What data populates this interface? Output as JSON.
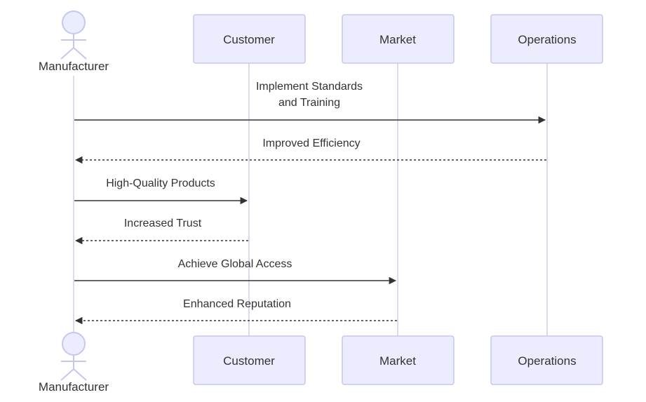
{
  "participants": [
    {
      "id": "manufacturer",
      "label": "Manufacturer",
      "kind": "actor"
    },
    {
      "id": "customer",
      "label": "Customer",
      "kind": "box"
    },
    {
      "id": "market",
      "label": "Market",
      "kind": "box"
    },
    {
      "id": "operations",
      "label": "Operations",
      "kind": "box"
    }
  ],
  "messages": [
    {
      "from": "manufacturer",
      "to": "operations",
      "lines": [
        "Implement Standards",
        "and Training"
      ],
      "style": "solid"
    },
    {
      "from": "operations",
      "to": "manufacturer",
      "lines": [
        "Improved Efficiency"
      ],
      "style": "dashed"
    },
    {
      "from": "manufacturer",
      "to": "customer",
      "lines": [
        "High-Quality Products"
      ],
      "style": "solid"
    },
    {
      "from": "customer",
      "to": "manufacturer",
      "lines": [
        "Increased Trust"
      ],
      "style": "dashed"
    },
    {
      "from": "manufacturer",
      "to": "market",
      "lines": [
        "Achieve Global Access"
      ],
      "style": "solid"
    },
    {
      "from": "market",
      "to": "manufacturer",
      "lines": [
        "Enhanced Reputation"
      ],
      "style": "dashed"
    }
  ],
  "colors": {
    "box_fill": "#ECECFF",
    "box_stroke": "#C7C7EE",
    "lifeline": "#D4CDE6",
    "arrow": "#333333",
    "text": "#333333"
  }
}
